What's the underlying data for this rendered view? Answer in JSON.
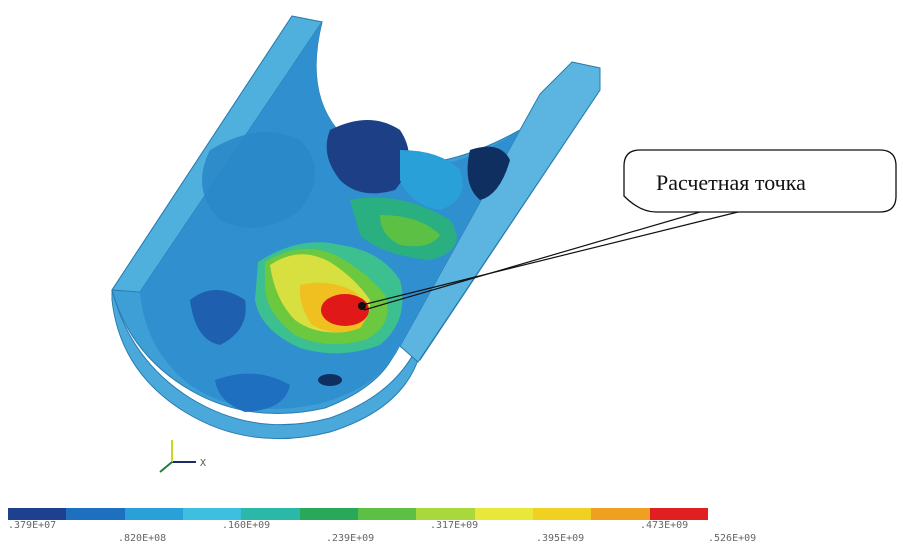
{
  "callout": {
    "label": "Расчетная точка"
  },
  "axis": {
    "x_label": "X"
  },
  "legend": {
    "colors": [
      "#1f3f8f",
      "#1f6fc0",
      "#2aa0d8",
      "#3fbfe0",
      "#2bb8a8",
      "#2aa85a",
      "#5cc045",
      "#a8d83c",
      "#e8e83a",
      "#f0d020",
      "#f0a020",
      "#e02020"
    ],
    "ticks_upper": [
      ".379E+07",
      ".160E+09",
      ".317E+09",
      ".473E+09"
    ],
    "ticks_lower": [
      ".820E+08",
      ".239E+09",
      ".395E+09",
      ".526E+09"
    ]
  }
}
